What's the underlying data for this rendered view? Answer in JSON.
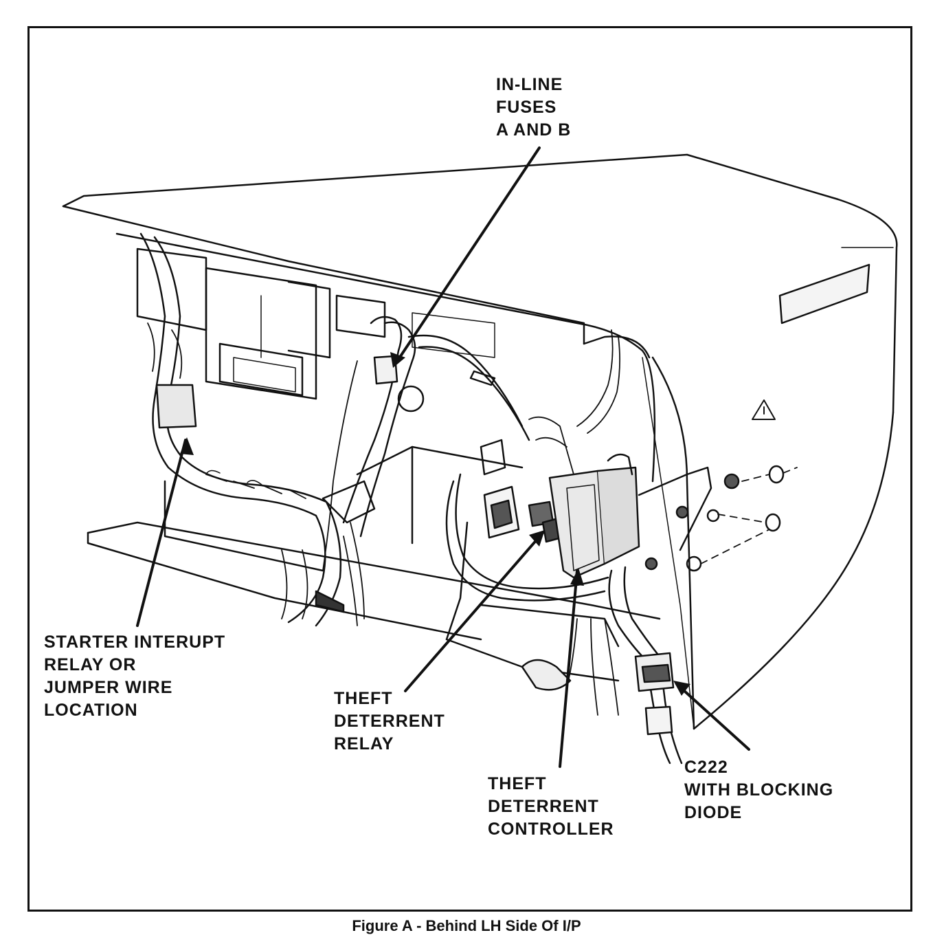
{
  "labels": {
    "fuses": [
      "IN-LINE",
      "FUSES",
      "A AND B"
    ],
    "starter": [
      "STARTER INTERUPT",
      "RELAY OR",
      "JUMPER WIRE",
      "LOCATION"
    ],
    "relay": [
      "THEFT",
      "DETERRENT",
      "RELAY"
    ],
    "controller": [
      "THEFT",
      "DETERRENT",
      "CONTROLLER"
    ],
    "c222": [
      "C222",
      "WITH BLOCKING",
      "DIODE"
    ]
  },
  "caption": "Figure A - Behind LH Side Of I/P"
}
